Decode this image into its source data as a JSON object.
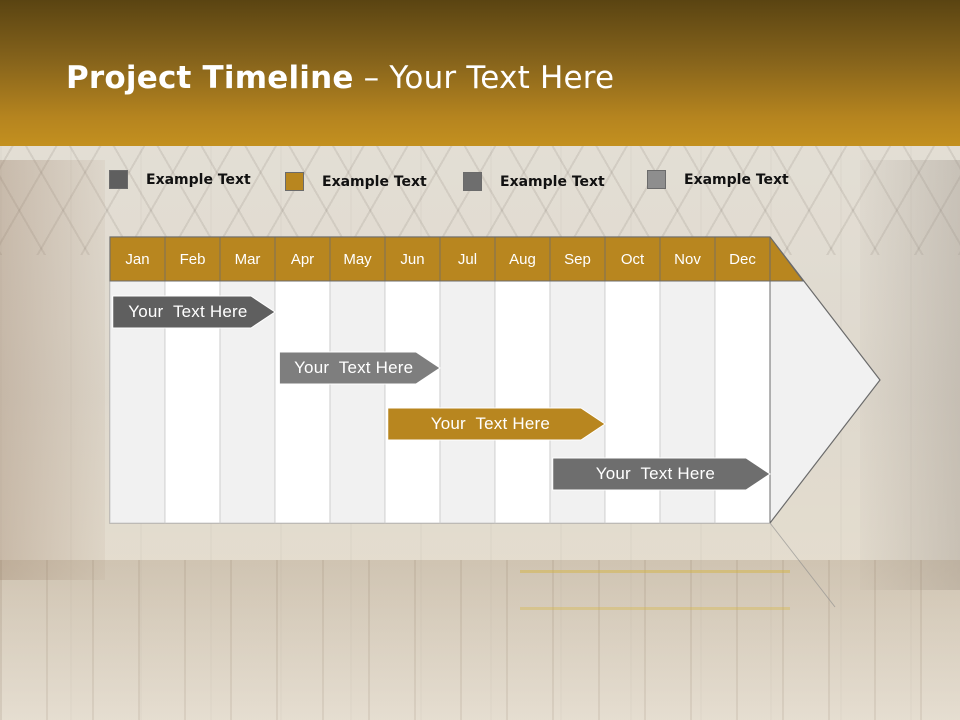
{
  "title": {
    "bold": "Project Timeline",
    "rest": " – Your Text Here"
  },
  "legend": [
    {
      "label": "Example Text",
      "color": "#5f5f5f"
    },
    {
      "label": "Example Text",
      "color": "#b8861f"
    },
    {
      "label": "Example Text",
      "color": "#6e6e6e"
    },
    {
      "label": "Example Text",
      "color": "#8e8e8e"
    }
  ],
  "months": [
    "Jan",
    "Feb",
    "Mar",
    "Apr",
    "May",
    "Jun",
    "Jul",
    "Aug",
    "Sep",
    "Oct",
    "Nov",
    "Dec"
  ],
  "tasks": [
    {
      "label": "Your  Text Here",
      "start": "Jan",
      "end": "Mar",
      "color": "#5f5f5f"
    },
    {
      "label": "Your  Text Here",
      "start": "Apr",
      "end": "Jun",
      "color": "#7e7e7e"
    },
    {
      "label": "Your  Text Here",
      "start": "Jun",
      "end": "Sep",
      "color": "#b8861f"
    },
    {
      "label": "Your  Text Here",
      "start": "Sep",
      "end": "Dec",
      "color": "#6e6e6e"
    }
  ],
  "colors": {
    "header_bar": "#b8861f",
    "month_bar": "#b8861f",
    "column_light": "#f1f1f1",
    "column_white": "#ffffff"
  }
}
